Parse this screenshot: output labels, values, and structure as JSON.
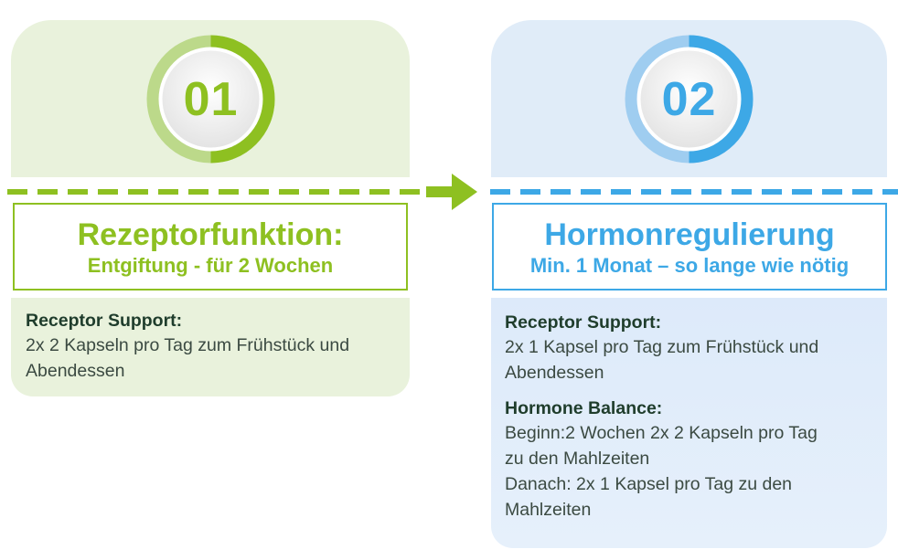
{
  "steps": [
    {
      "number": "01",
      "title": "Rezeptorfunktion:",
      "subtitle": "Entgiftung - für 2 Wochen",
      "sections": [
        {
          "heading": "Receptor Support:",
          "lines": [
            "2x 2 Kapseln pro Tag zum Frühstück und",
            "Abendessen"
          ]
        }
      ]
    },
    {
      "number": "02",
      "title": "Hormonregulierung",
      "subtitle": "Min. 1 Monat – so lange wie nötig",
      "sections": [
        {
          "heading": "Receptor Support:",
          "lines": [
            "2x 1 Kapsel pro Tag zum Frühstück und",
            "Abendessen"
          ]
        },
        {
          "heading": "Hormone Balance:",
          "lines": [
            "Beginn:2 Wochen 2x 2 Kapseln pro Tag",
            "zu den Mahlzeiten",
            "Danach: 2x 1 Kapsel pro Tag zu den",
            "Mahlzeiten"
          ]
        }
      ]
    }
  ],
  "colors": {
    "green_accent": "#8ec021",
    "green_bg": "#e9f2dc",
    "blue_accent": "#3da8e6",
    "blue_bg": "#e0ecf8",
    "text_dark": "#1f3d2c"
  }
}
